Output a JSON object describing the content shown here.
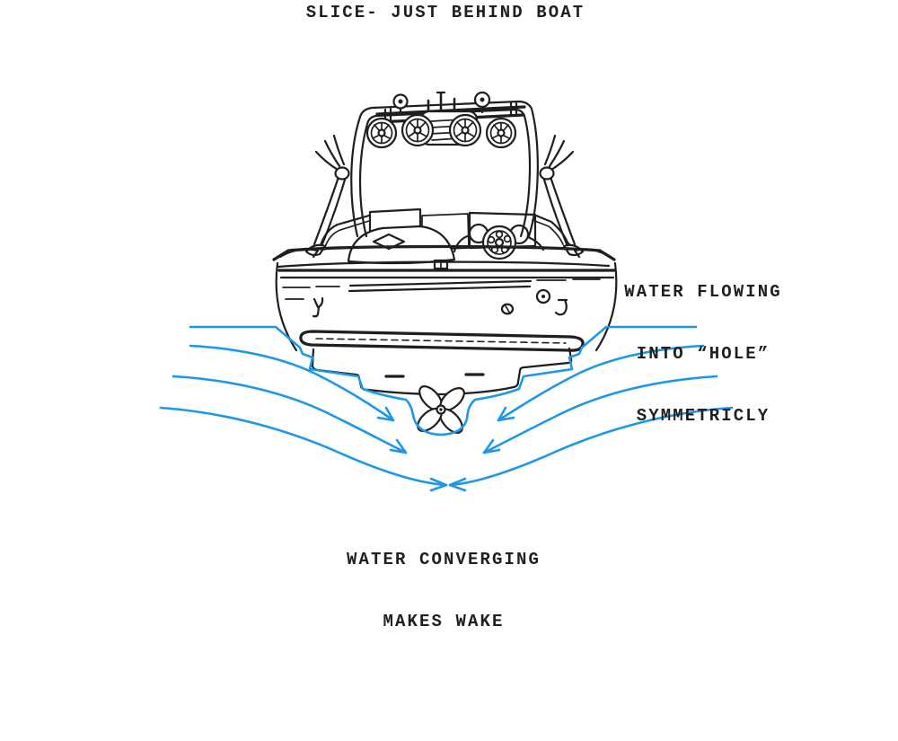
{
  "title": "SLICE- JUST BEHIND BOAT",
  "annotations": {
    "water_flowing": {
      "lines": [
        "WATER FLOWING",
        "INTO “HOLE”",
        "SYMMETRICLY"
      ]
    },
    "water_converging": {
      "lines": [
        "WATER CONVERGING",
        "MAKES WAKE"
      ]
    }
  },
  "colors": {
    "flow_line": "#1e97e8",
    "ink": "#1f1f1f",
    "background": "#ffffff"
  },
  "icons": {
    "propeller": "propeller-icon",
    "steering_wheel": "steering-wheel-icon",
    "tower_speaker": "tower-speaker-icon",
    "tower_light": "tower-light-icon",
    "wakeboard_rack": "wakeboard-rack-icon",
    "flow_arrow": "flow-arrow-icon"
  }
}
